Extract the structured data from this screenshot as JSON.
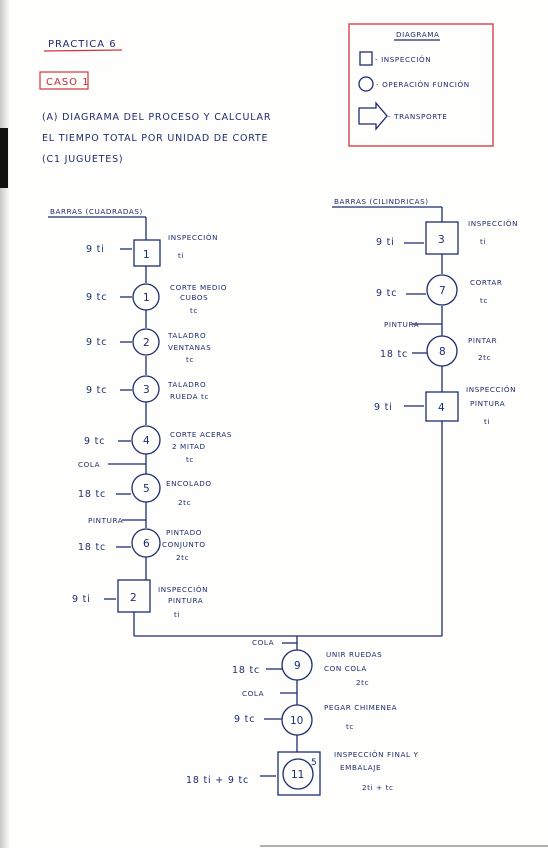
{
  "title": "PRACTICA 6",
  "case_label": "CASO 1",
  "statement": [
    "(A) DIAGRAMA DEL PROCESO Y CALCULAR",
    "EL TIEMPO TOTAL POR UNIDAD DE CORTE",
    "(C1 JUGUETES)"
  ],
  "legend": {
    "title": "DIAGRAMA",
    "items": [
      {
        "shape": "square",
        "label": "- INSPECCIÓN"
      },
      {
        "shape": "circle",
        "label": "- OPERACIÓN FUNCIÓN"
      },
      {
        "shape": "arrow",
        "label": "- TRANSPORTE"
      }
    ]
  },
  "branches": {
    "left": "BARRAS (CUADRADAS)",
    "right": "BARRAS (CILINDRICAS)"
  },
  "left_steps": [
    {
      "shape": "square",
      "num": "1",
      "time": "9 ti",
      "desc": [
        "INSPECCIÓN",
        "ti"
      ]
    },
    {
      "shape": "circle",
      "num": "1",
      "time": "9 tc",
      "desc": [
        "CORTE MEDIO",
        "CUBOS",
        "tc"
      ]
    },
    {
      "shape": "circle",
      "num": "2",
      "time": "9 tc",
      "desc": [
        "TALADRO",
        "VENTANAS",
        "tc"
      ]
    },
    {
      "shape": "circle",
      "num": "3",
      "time": "9 tc",
      "desc": [
        "TALADRO",
        "RUEDA tc"
      ]
    },
    {
      "shape": "circle",
      "num": "4",
      "time": "9 tc",
      "desc": [
        "CORTE ACERAS",
        "2 MITAD",
        "tc"
      ]
    },
    {
      "shape": "circle",
      "num": "5",
      "time": "18 tc",
      "desc": [
        "ENCOLADO",
        "2tc"
      ],
      "input": "COLA"
    },
    {
      "shape": "circle",
      "num": "6",
      "time": "18 tc",
      "desc": [
        "PINTADO",
        "CONJUNTO",
        "2tc"
      ],
      "input": "PINTURA"
    },
    {
      "shape": "square",
      "num": "2",
      "time": "9 ti",
      "desc": [
        "INSPECCIÓN",
        "PINTURA",
        "ti"
      ]
    }
  ],
  "right_steps": [
    {
      "shape": "square",
      "num": "3",
      "time": "9 ti",
      "desc": [
        "INSPECCIÓN",
        "ti"
      ]
    },
    {
      "shape": "circle",
      "num": "7",
      "time": "9 tc",
      "desc": [
        "CORTAR",
        "tc"
      ]
    },
    {
      "shape": "circle",
      "num": "8",
      "time": "18 tc",
      "desc": [
        "PINTAR",
        "2tc"
      ],
      "input": "PINTURA"
    },
    {
      "shape": "square",
      "num": "4",
      "time": "9 ti",
      "desc": [
        "INSPECCIÓN",
        "PINTURA",
        "ti"
      ]
    }
  ],
  "merge_steps": [
    {
      "shape": "circle",
      "num": "9",
      "time": "18 tc",
      "desc": [
        "UNIR RUEDAS",
        "CON COLA",
        "2tc"
      ],
      "input": "COLA"
    },
    {
      "shape": "circle",
      "num": "10",
      "time": "9 tc",
      "desc": [
        "PEGAR CHIMENEA",
        "tc"
      ],
      "input": "COLA"
    },
    {
      "shape": "combined",
      "num": "11",
      "corner": "5",
      "time": "18 ti + 9 tc",
      "desc": [
        "INSPECCIÓN FINAL Y",
        "EMBALAJE",
        "2ti + tc"
      ]
    }
  ]
}
